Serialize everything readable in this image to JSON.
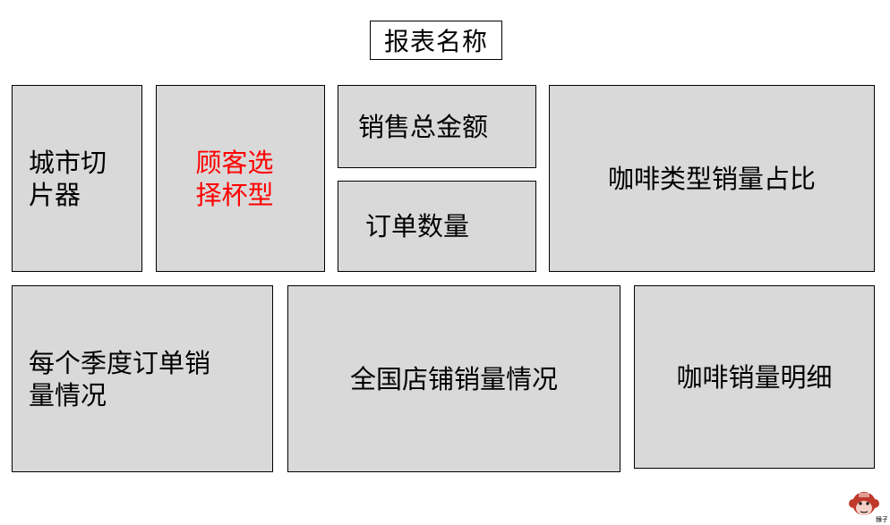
{
  "report_title": "报表名称",
  "panels": {
    "city_slicer": "城市切片器",
    "customer_cup_selection": "顾客选择杯型",
    "total_sales_amount": "销售总金额",
    "order_count": "订单数量",
    "coffee_type_sales_share": "咖啡类型销量占比",
    "quarterly_order_sales": "每个季度订单销量情况",
    "national_store_sales": "全国店铺销量情况",
    "coffee_sales_detail": "咖啡销量明细"
  },
  "logo": {
    "text": "猴子",
    "colors": {
      "primary": "#c0392b"
    }
  },
  "colors": {
    "panel_bg": "#d9d9d9",
    "highlight_text": "#ff0000"
  }
}
